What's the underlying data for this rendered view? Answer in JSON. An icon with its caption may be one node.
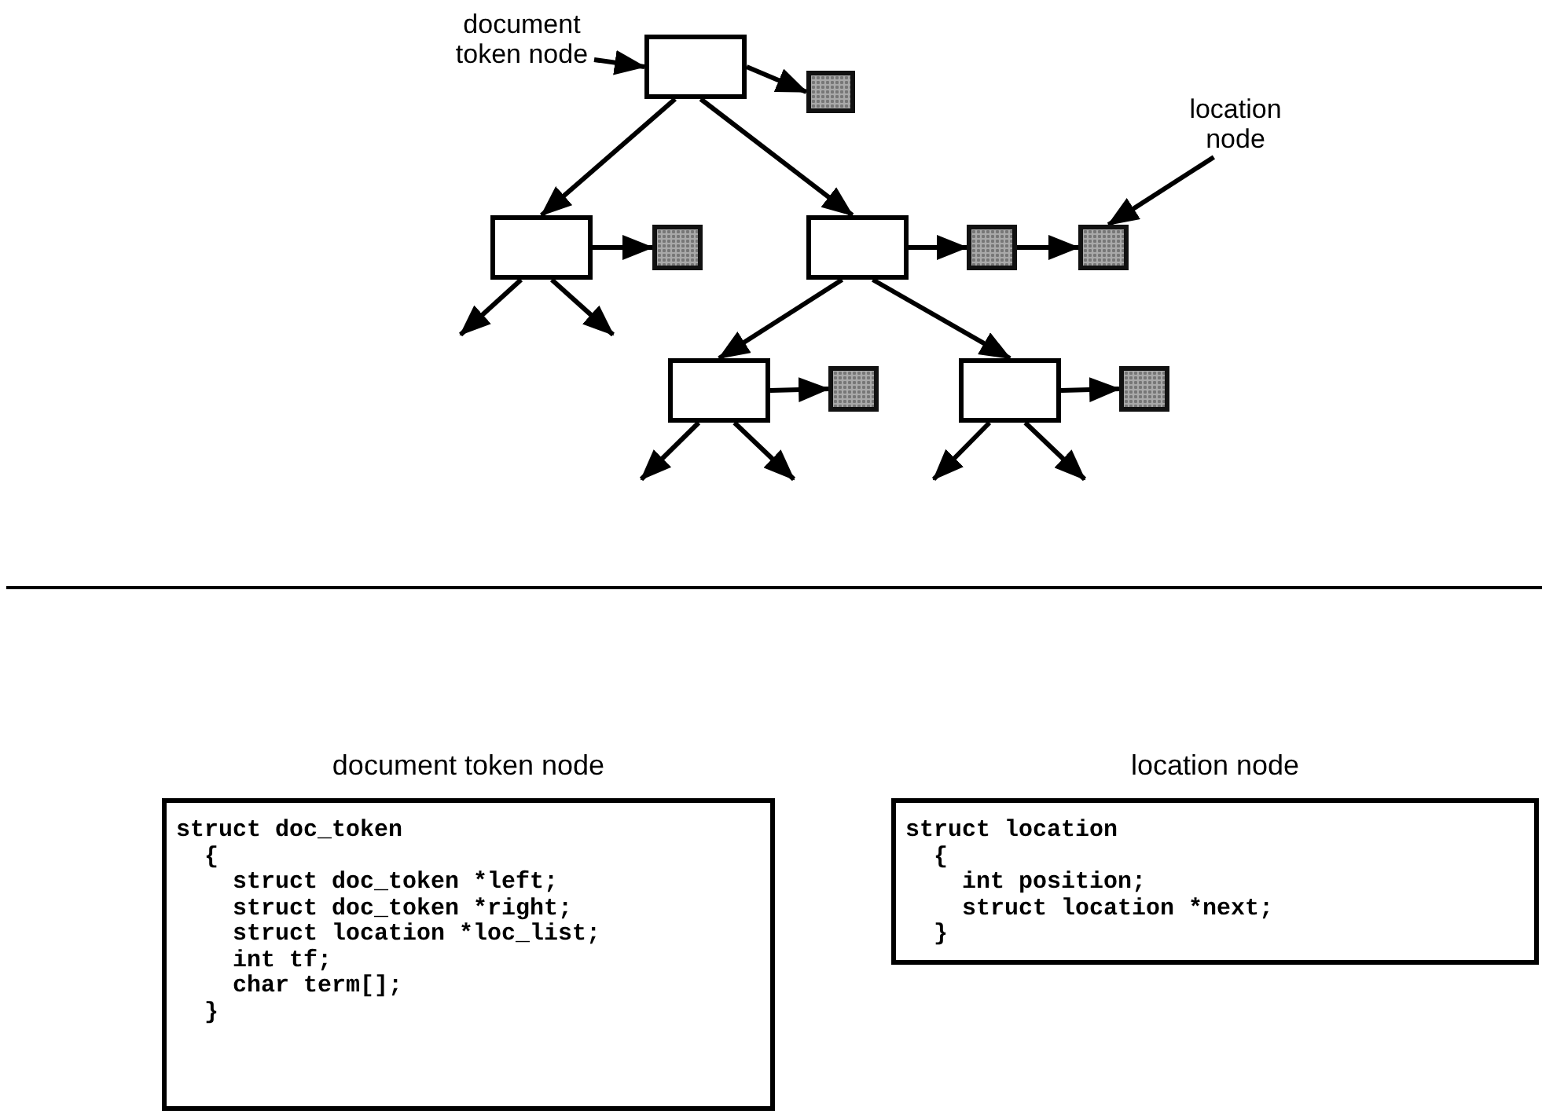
{
  "diagram": {
    "nodes": [
      {
        "text": [
          "document token node"
        ]
      },
      {
        "text": [],
        "shape": "box"
      },
      {
        "text": [],
        "shape": "square"
      },
      {
        "text": [],
        "shape": "box"
      },
      {
        "text": [],
        "shape": "square"
      },
      {
        "text": [],
        "shape": "box"
      },
      {
        "text": [],
        "shape": "square"
      },
      {
        "text": [],
        "shape": "square"
      },
      {
        "text": [
          "location node"
        ]
      },
      {
        "text": [],
        "shape": "box"
      },
      {
        "text": [],
        "shape": "square"
      },
      {
        "text": [],
        "shape": "box"
      },
      {
        "text": [],
        "shape": "square"
      },
      {
        "text": [
          "document token node",
          "struct doc_token",
          "{",
          "struct doc_token *left;",
          "struct doc_token *right;",
          "struct location *loc_list;",
          "int tf;",
          "char term[];",
          "}"
        ]
      },
      {
        "text": [
          "location node",
          "struct location",
          "{",
          "int position;",
          "struct location *next;",
          "}"
        ]
      }
    ],
    "edges": [
      {
        "from": 0,
        "to": 1,
        "arrow": "to"
      },
      {
        "from": 1,
        "to": 2,
        "arrow": "to"
      },
      {
        "from": 1,
        "to": 3,
        "arrow": "to"
      },
      {
        "from": 1,
        "to": 5,
        "arrow": "to"
      },
      {
        "from": 3,
        "to": 4,
        "arrow": "to"
      },
      {
        "from": 3,
        "to": null,
        "arrow": "to"
      },
      {
        "from": 3,
        "to": null,
        "arrow": "to"
      },
      {
        "from": 5,
        "to": 6,
        "arrow": "to"
      },
      {
        "from": 6,
        "to": 7,
        "arrow": "to"
      },
      {
        "from": 8,
        "to": 7,
        "arrow": "to"
      },
      {
        "from": 5,
        "to": 9,
        "arrow": "to"
      },
      {
        "from": 5,
        "to": 11,
        "arrow": "to"
      },
      {
        "from": 9,
        "to": 10,
        "arrow": "to"
      },
      {
        "from": 9,
        "to": null,
        "arrow": "to"
      },
      {
        "from": 9,
        "to": null,
        "arrow": "to"
      },
      {
        "from": 11,
        "to": 12,
        "arrow": "to"
      },
      {
        "from": 11,
        "to": null,
        "arrow": "to"
      },
      {
        "from": 11,
        "to": null,
        "arrow": "to"
      }
    ]
  }
}
